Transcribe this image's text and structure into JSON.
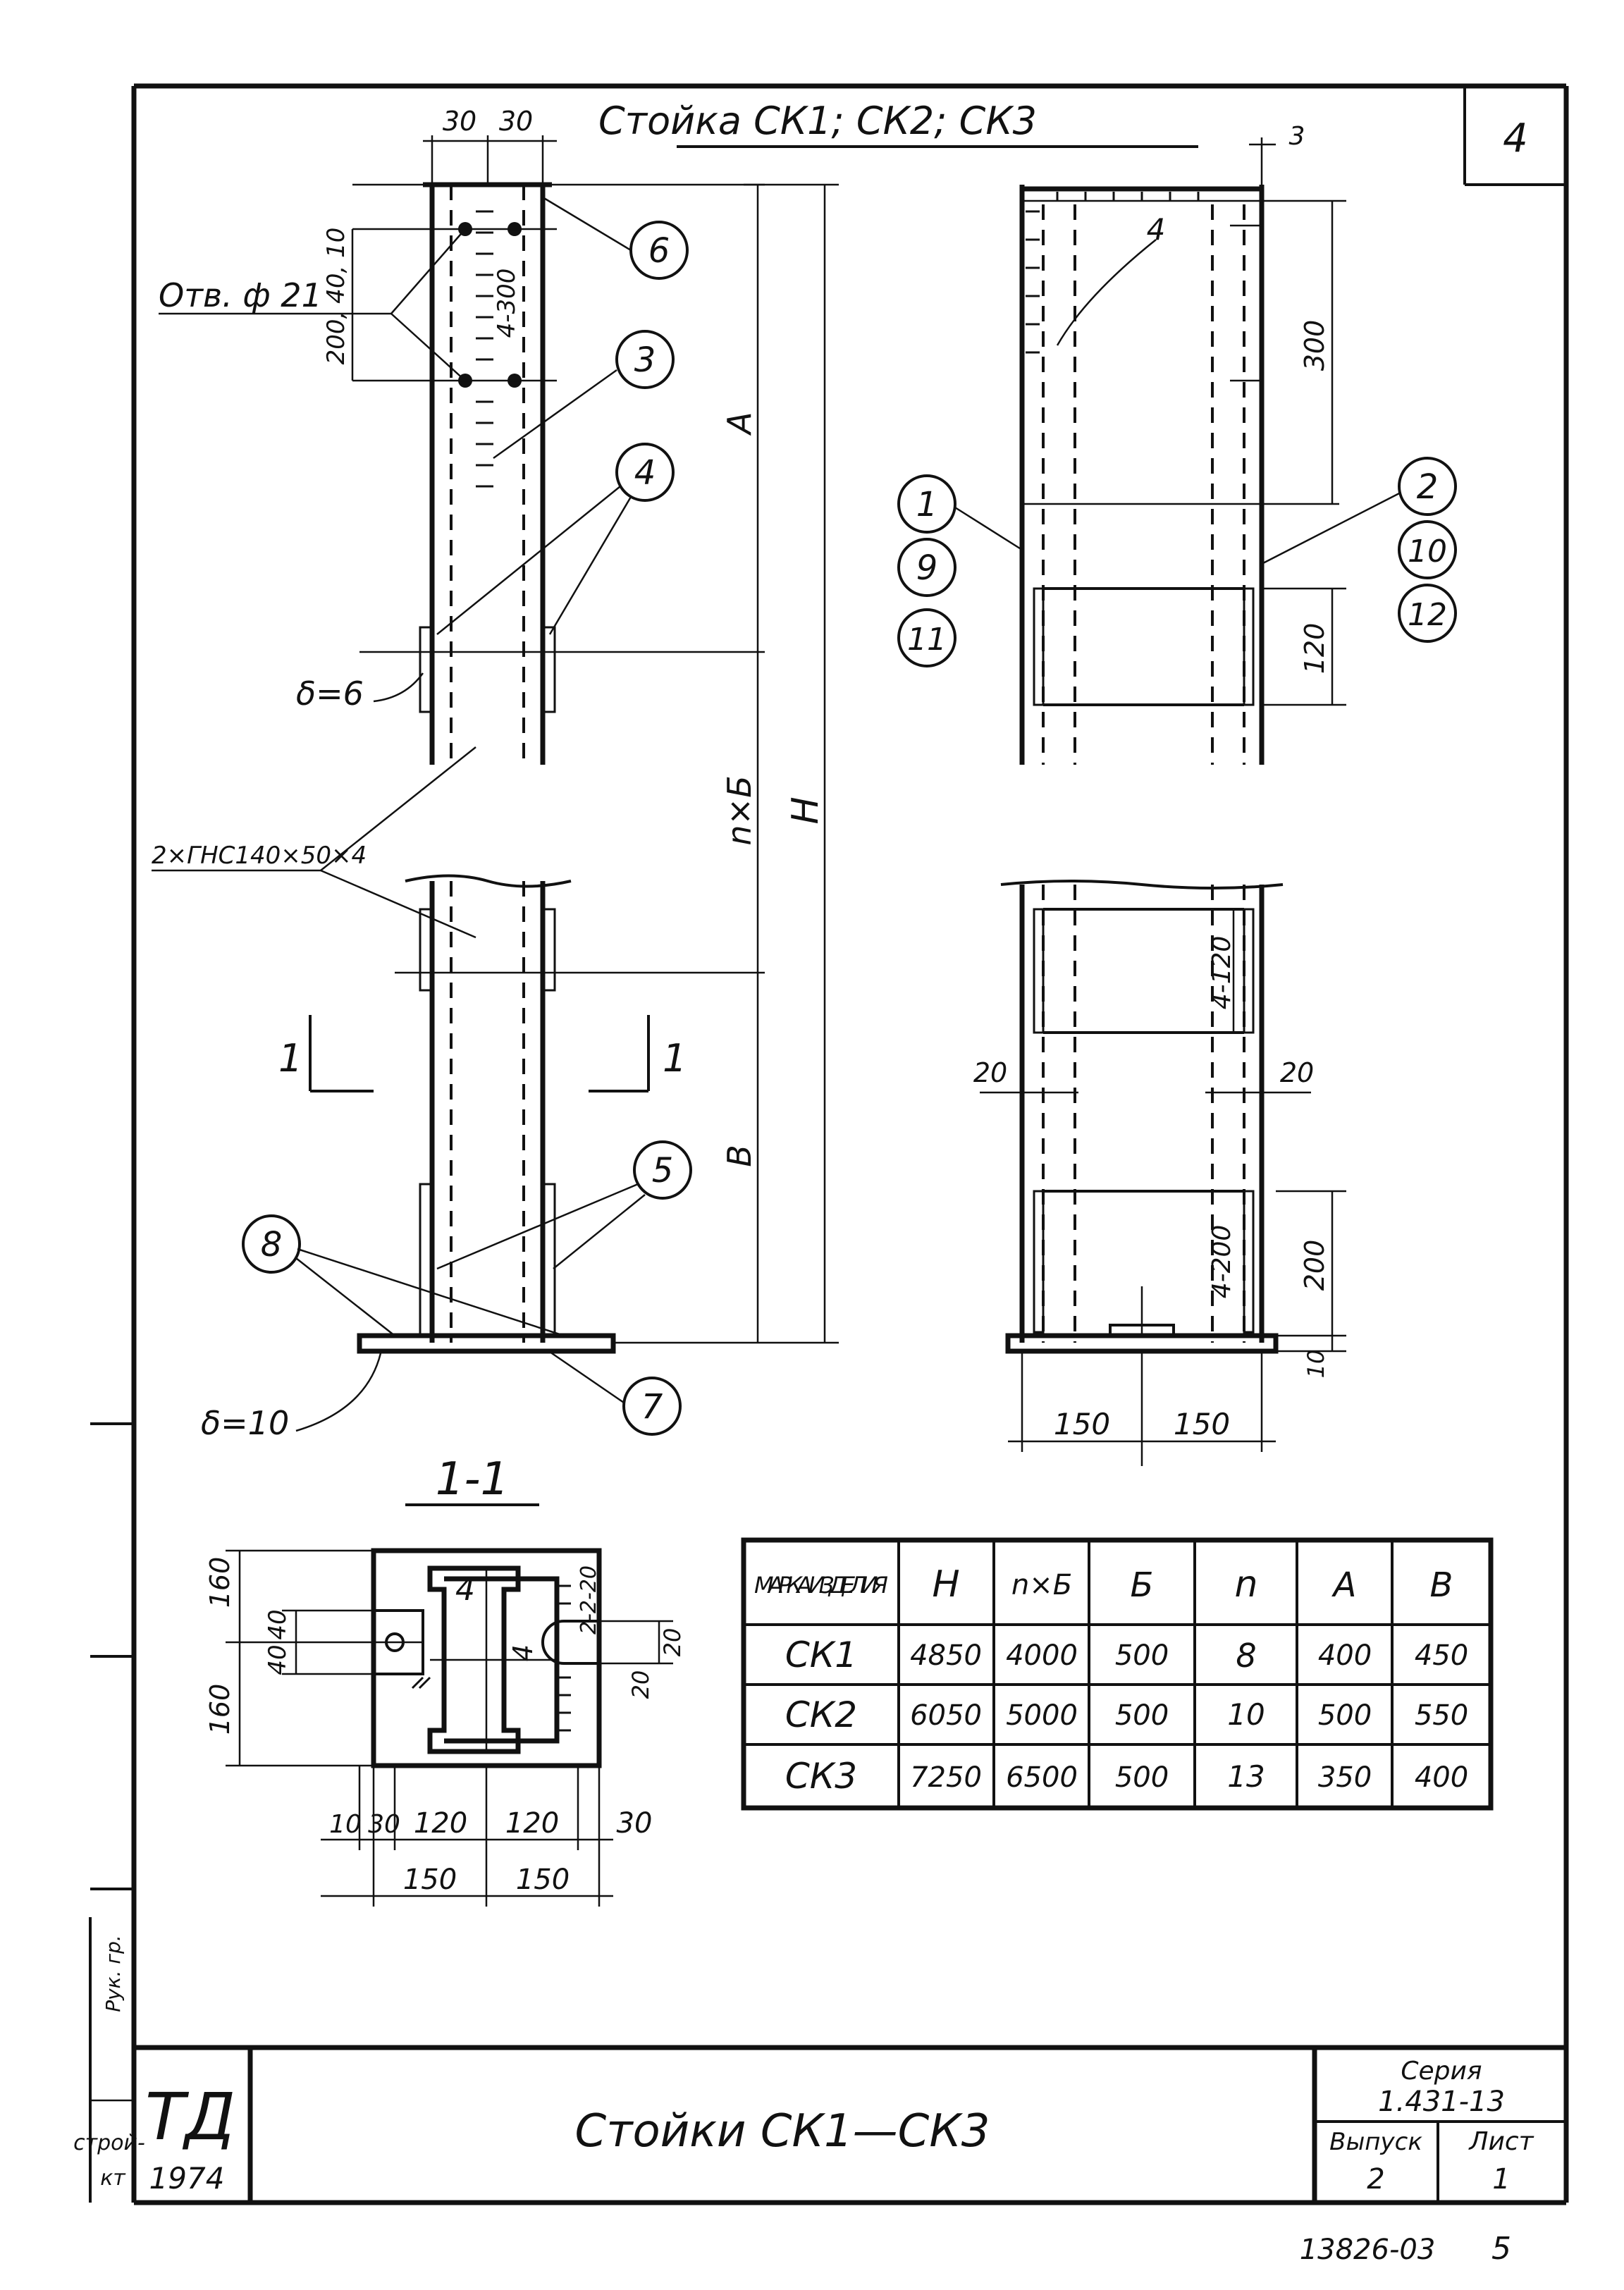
{
  "sheet": {
    "sheet_number": "4",
    "title": "Стойка СК1; СК2; СК3",
    "footer_code": "13826-03",
    "footer_page": "5"
  },
  "labels": {
    "holes": "Отв. ф 21",
    "thk_6": "δ=6",
    "thk_10": "δ=10",
    "profile": "2×ГНС140×50×4",
    "section_mark": "1",
    "section_title": "1-1",
    "dim_A": "A",
    "dim_nB": "n×Б",
    "dim_H": "H",
    "dim_B": "B"
  },
  "callouts": [
    "1",
    "2",
    "3",
    "4",
    "5",
    "6",
    "7",
    "8",
    "9",
    "10",
    "11",
    "12"
  ],
  "dimensions": {
    "d30a": "30",
    "d30b": "30",
    "d200_40_10": "200, 40, 10",
    "d4_300": "4-300",
    "d3": "3",
    "d300": "300",
    "d120": "120",
    "d4top": "4",
    "d4_120": "4-120",
    "d20l": "20",
    "d20r": "20",
    "d4_200": "4-200",
    "d200": "200",
    "d10": "10",
    "d150a": "150",
    "d150b": "150",
    "s160a": "160",
    "s160b": "160",
    "s40a": "40",
    "s40b": "40",
    "s4a": "4",
    "s4b": "4",
    "s2_2_20": "2-2-20",
    "s20a": "20",
    "s20b": "20",
    "s10": "10",
    "s30a": "30",
    "s120a": "120",
    "s120b": "120",
    "s30b": "30",
    "s150a": "150",
    "s150b": "150"
  },
  "table": {
    "headers": [
      "МАРКА ИЗДЕЛИЯ",
      "H",
      "n×Б",
      "Б",
      "n",
      "A",
      "B"
    ],
    "rows": [
      [
        "СК1",
        "4850",
        "4000",
        "500",
        "8",
        "400",
        "450"
      ],
      [
        "СК2",
        "6050",
        "5000",
        "500",
        "10",
        "500",
        "550"
      ],
      [
        "СК3",
        "7250",
        "6500",
        "500",
        "13",
        "350",
        "400"
      ]
    ]
  },
  "title_block": {
    "logo": "ТД",
    "year": "1974",
    "name": "Стойки СК1—СК3",
    "series_label": "Серия",
    "series_value": "1.431-13",
    "issue_label": "Выпуск",
    "issue_value": "2",
    "sheet_label": "Лист",
    "sheet_value": "1",
    "side_a": "Рук. гр.",
    "side_b": "строй-",
    "side_c": "кт"
  }
}
